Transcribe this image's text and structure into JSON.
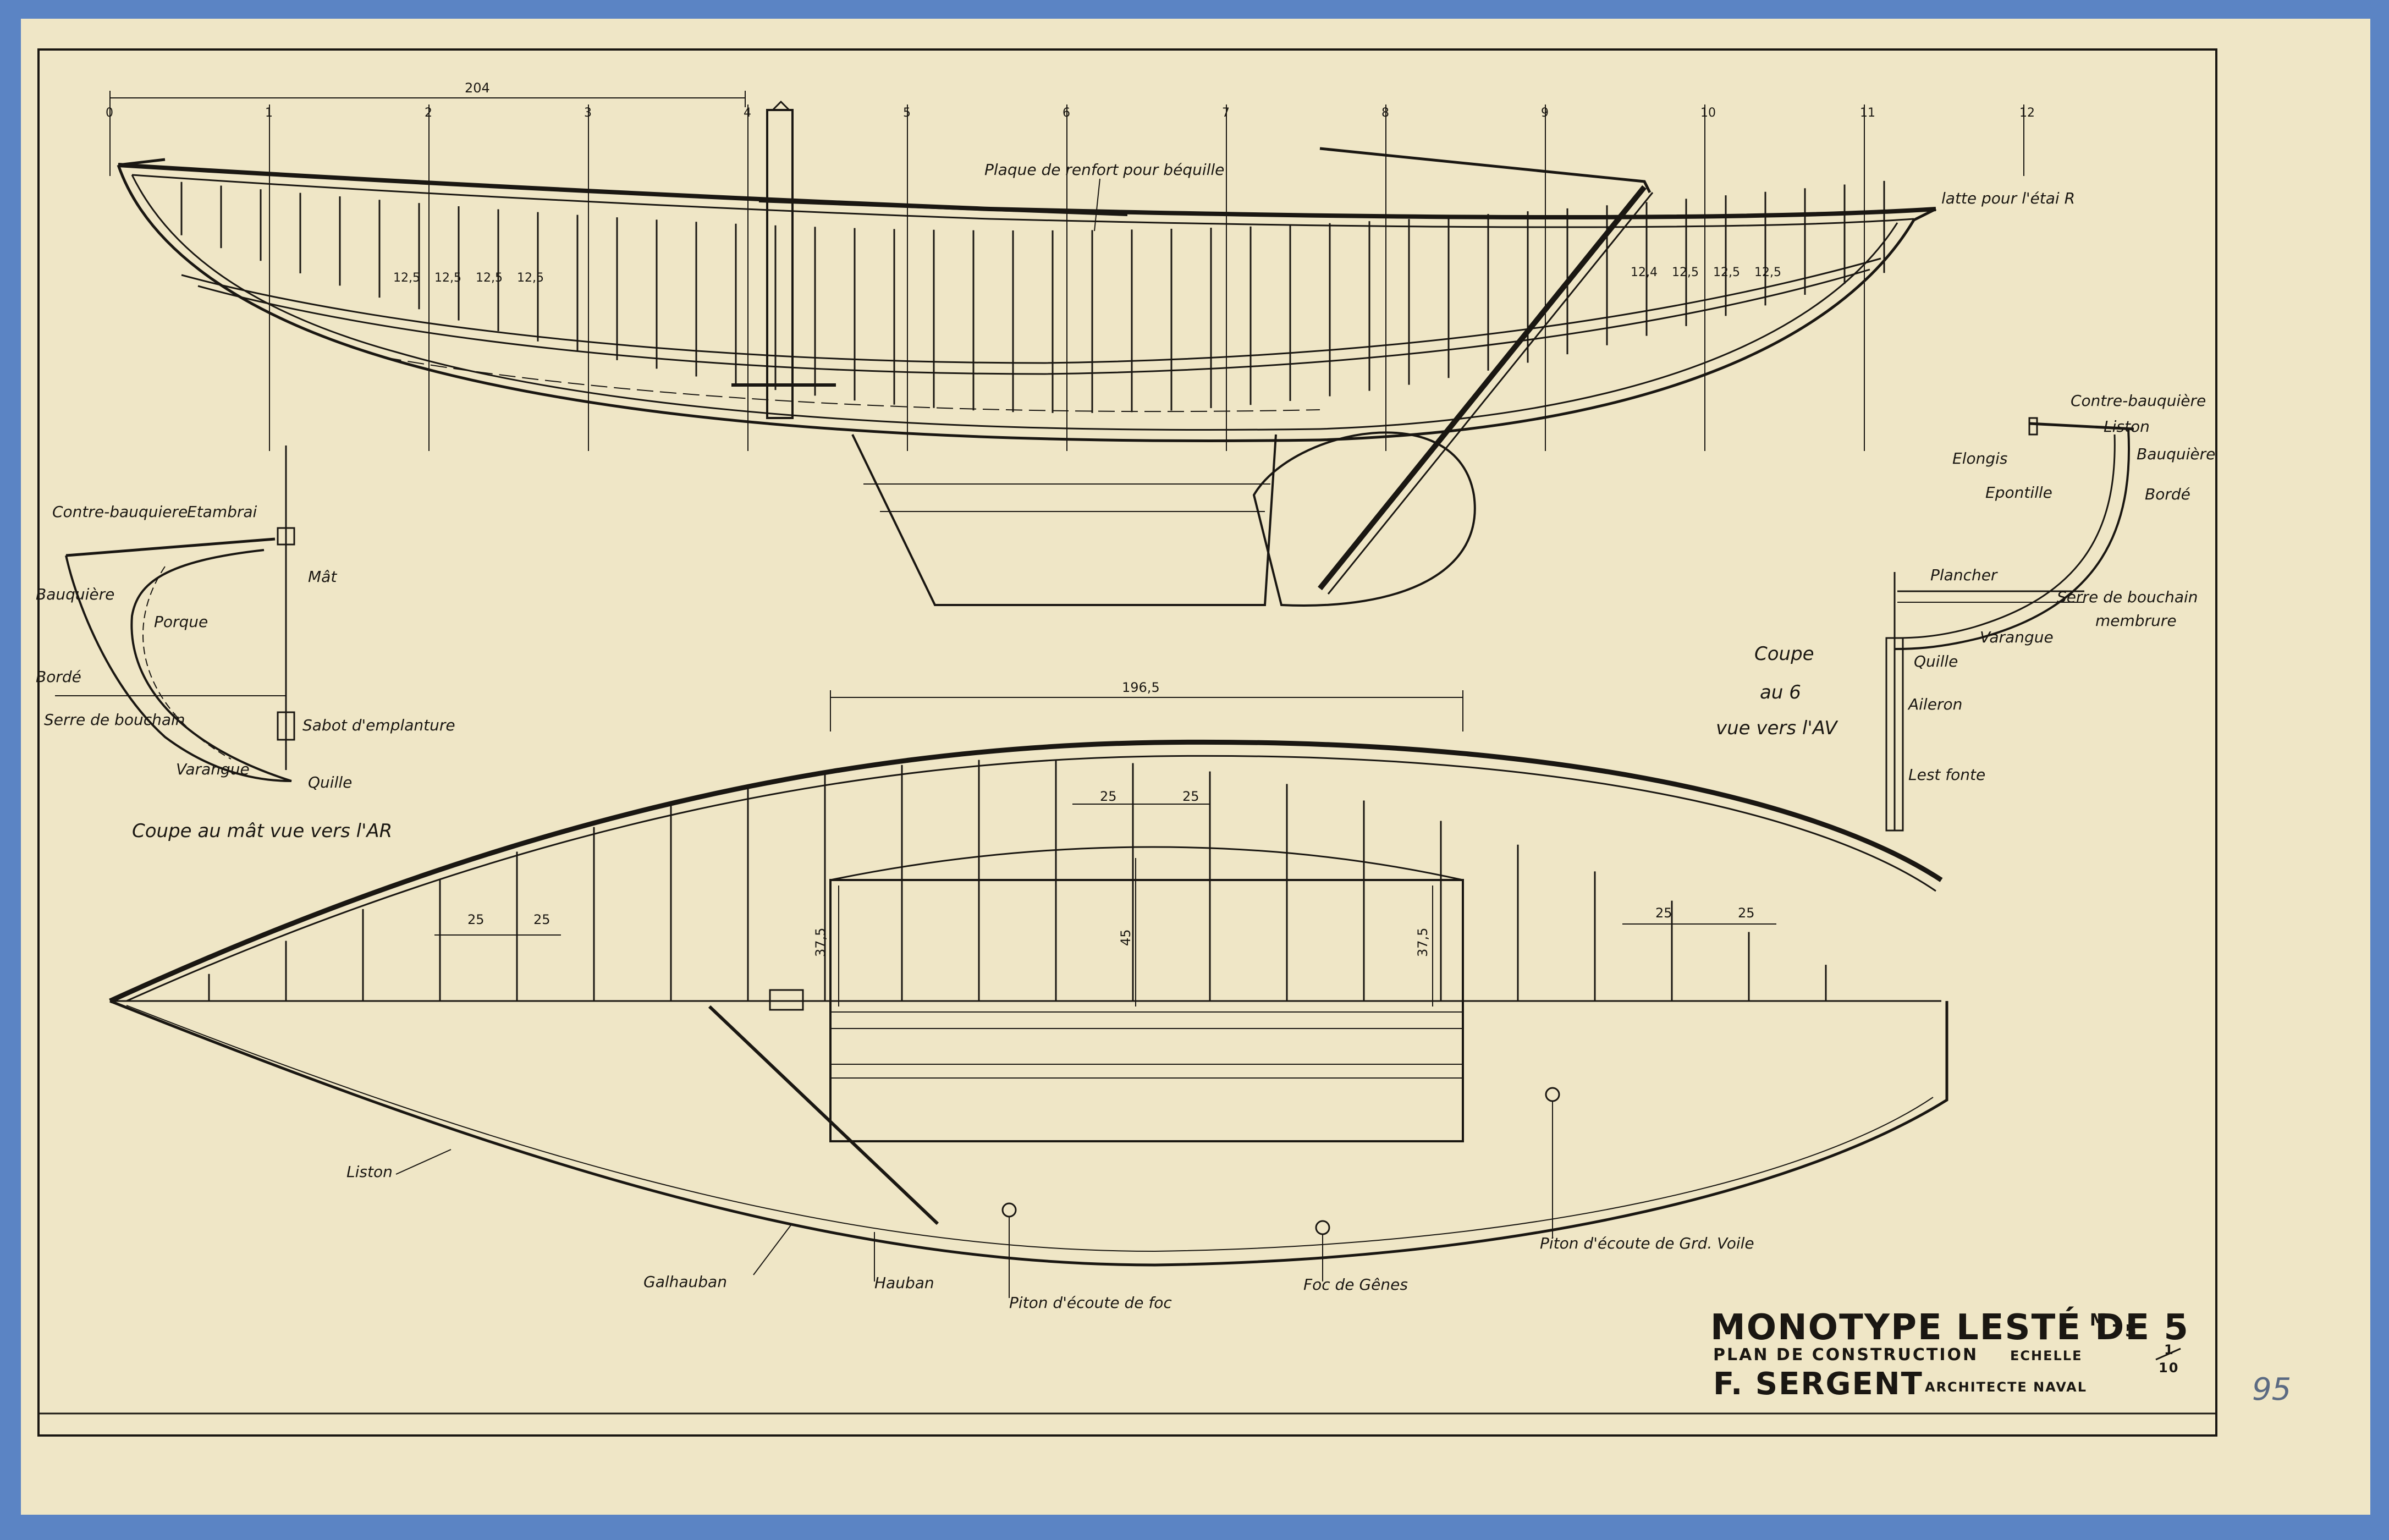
{
  "colors": {
    "paper": "#efe6c6",
    "ink": "#1a1712",
    "border": "#5b84c4",
    "wood": "#d8c79e"
  },
  "station_numbers": [
    "0",
    "1",
    "2",
    "3",
    "4",
    "5",
    "6",
    "7",
    "8",
    "9",
    "10",
    "11",
    "12"
  ],
  "dimensions": {
    "overall_top": "204",
    "beam_length": "196,5",
    "frame_spacing_fwd": [
      "12,5",
      "12,5",
      "12,5",
      "12,5"
    ],
    "frame_spacing_aft": [
      "12,4",
      "12,5",
      "12,5",
      "12,5"
    ],
    "plan_spacing": "25",
    "cockpit_side": "37,5",
    "cockpit_width": "45"
  },
  "profile_labels": {
    "plaque": "Plaque de renfort pour béquille",
    "latte": "latte pour l'étai R"
  },
  "section_mast": {
    "contre_bauquiere": "Contre-bauquiere",
    "etambrai": "Etambrai",
    "mat": "Mât",
    "bauquiere": "Bauquière",
    "porque": "Porque",
    "borde": "Bordé",
    "serre": "Serre de bouchain",
    "sabot": "Sabot d'emplanture",
    "varangue": "Varangue",
    "quille": "Quille",
    "caption": "Coupe au mât vue vers l'AR"
  },
  "section_six": {
    "contre_bauquiere": "Contre-bauquière",
    "liston": "Liston",
    "elongis": "Elongis",
    "bauquiere": "Bauquière",
    "epontille": "Epontille",
    "borde": "Bordé",
    "plancher": "Plancher",
    "serre": "Serre de bouchain",
    "membrure": "membrure",
    "varangue": "Varangue",
    "quille": "Quille",
    "aileron": "Aileron",
    "lest": "Lest fonte",
    "caption_line1": "Coupe",
    "caption_line2": "au 6",
    "caption_line3": "vue vers l'AV"
  },
  "plan_labels": {
    "liston": "Liston",
    "galhauban": "Galhauban",
    "hauban": "Hauban",
    "piton_foc": "Piton d'écoute de foc",
    "foc_genes": "Foc de Gênes",
    "piton_gv": "Piton d'écoute de Grd. Voile"
  },
  "title_block": {
    "title": "MONOTYPE LESTÉ DE 5",
    "title_sup": "M",
    "title_sub": "75",
    "subtitle": "PLAN DE CONSTRUCTION",
    "scale_label": "ECHELLE",
    "scale_num": "1",
    "scale_den": "10",
    "author": "F. SERGENT",
    "author_role": "ARCHITECTE NAVAL"
  },
  "sheet_number": "95"
}
